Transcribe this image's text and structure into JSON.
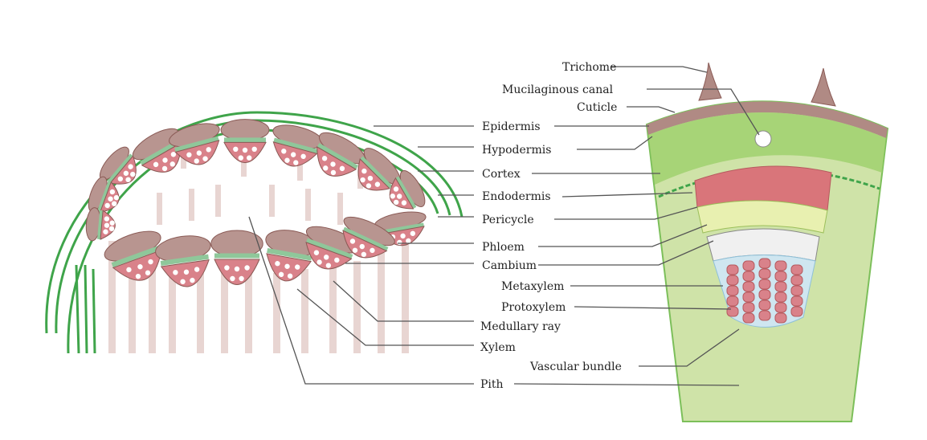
{
  "labels": {
    "trichome": "Trichome",
    "mucilaginous_canal": "Mucilaginous canal",
    "cuticle": "Cuticle",
    "epidermis": "Epidermis",
    "hypodermis": "Hypodermis",
    "cortex": "Cortex",
    "endodermis": "Endodermis",
    "pericycle": "Pericycle",
    "phloem": "Phloem",
    "cambium": "Cambium",
    "metaxylem": "Metaxylem",
    "protoxylem": "Protoxylem",
    "medullary_ray": "Medullary ray",
    "xylem": "Xylem",
    "vascular_bundle": "Vascular bundle",
    "pith": "Pith"
  },
  "colors": {
    "epidermis_green": "#3fa44a",
    "cortex_green": "#b8d98a",
    "xylem_pink": "#d9828a",
    "bundle_outline": "#8a5a55",
    "sclerenchyma_brown": "#b89590",
    "phloem_green": "#8fc79a",
    "cuticle_brown": "#b08a84",
    "vascular_blue": "#cfe6f0",
    "ray_pink": "#e8d5d2"
  }
}
